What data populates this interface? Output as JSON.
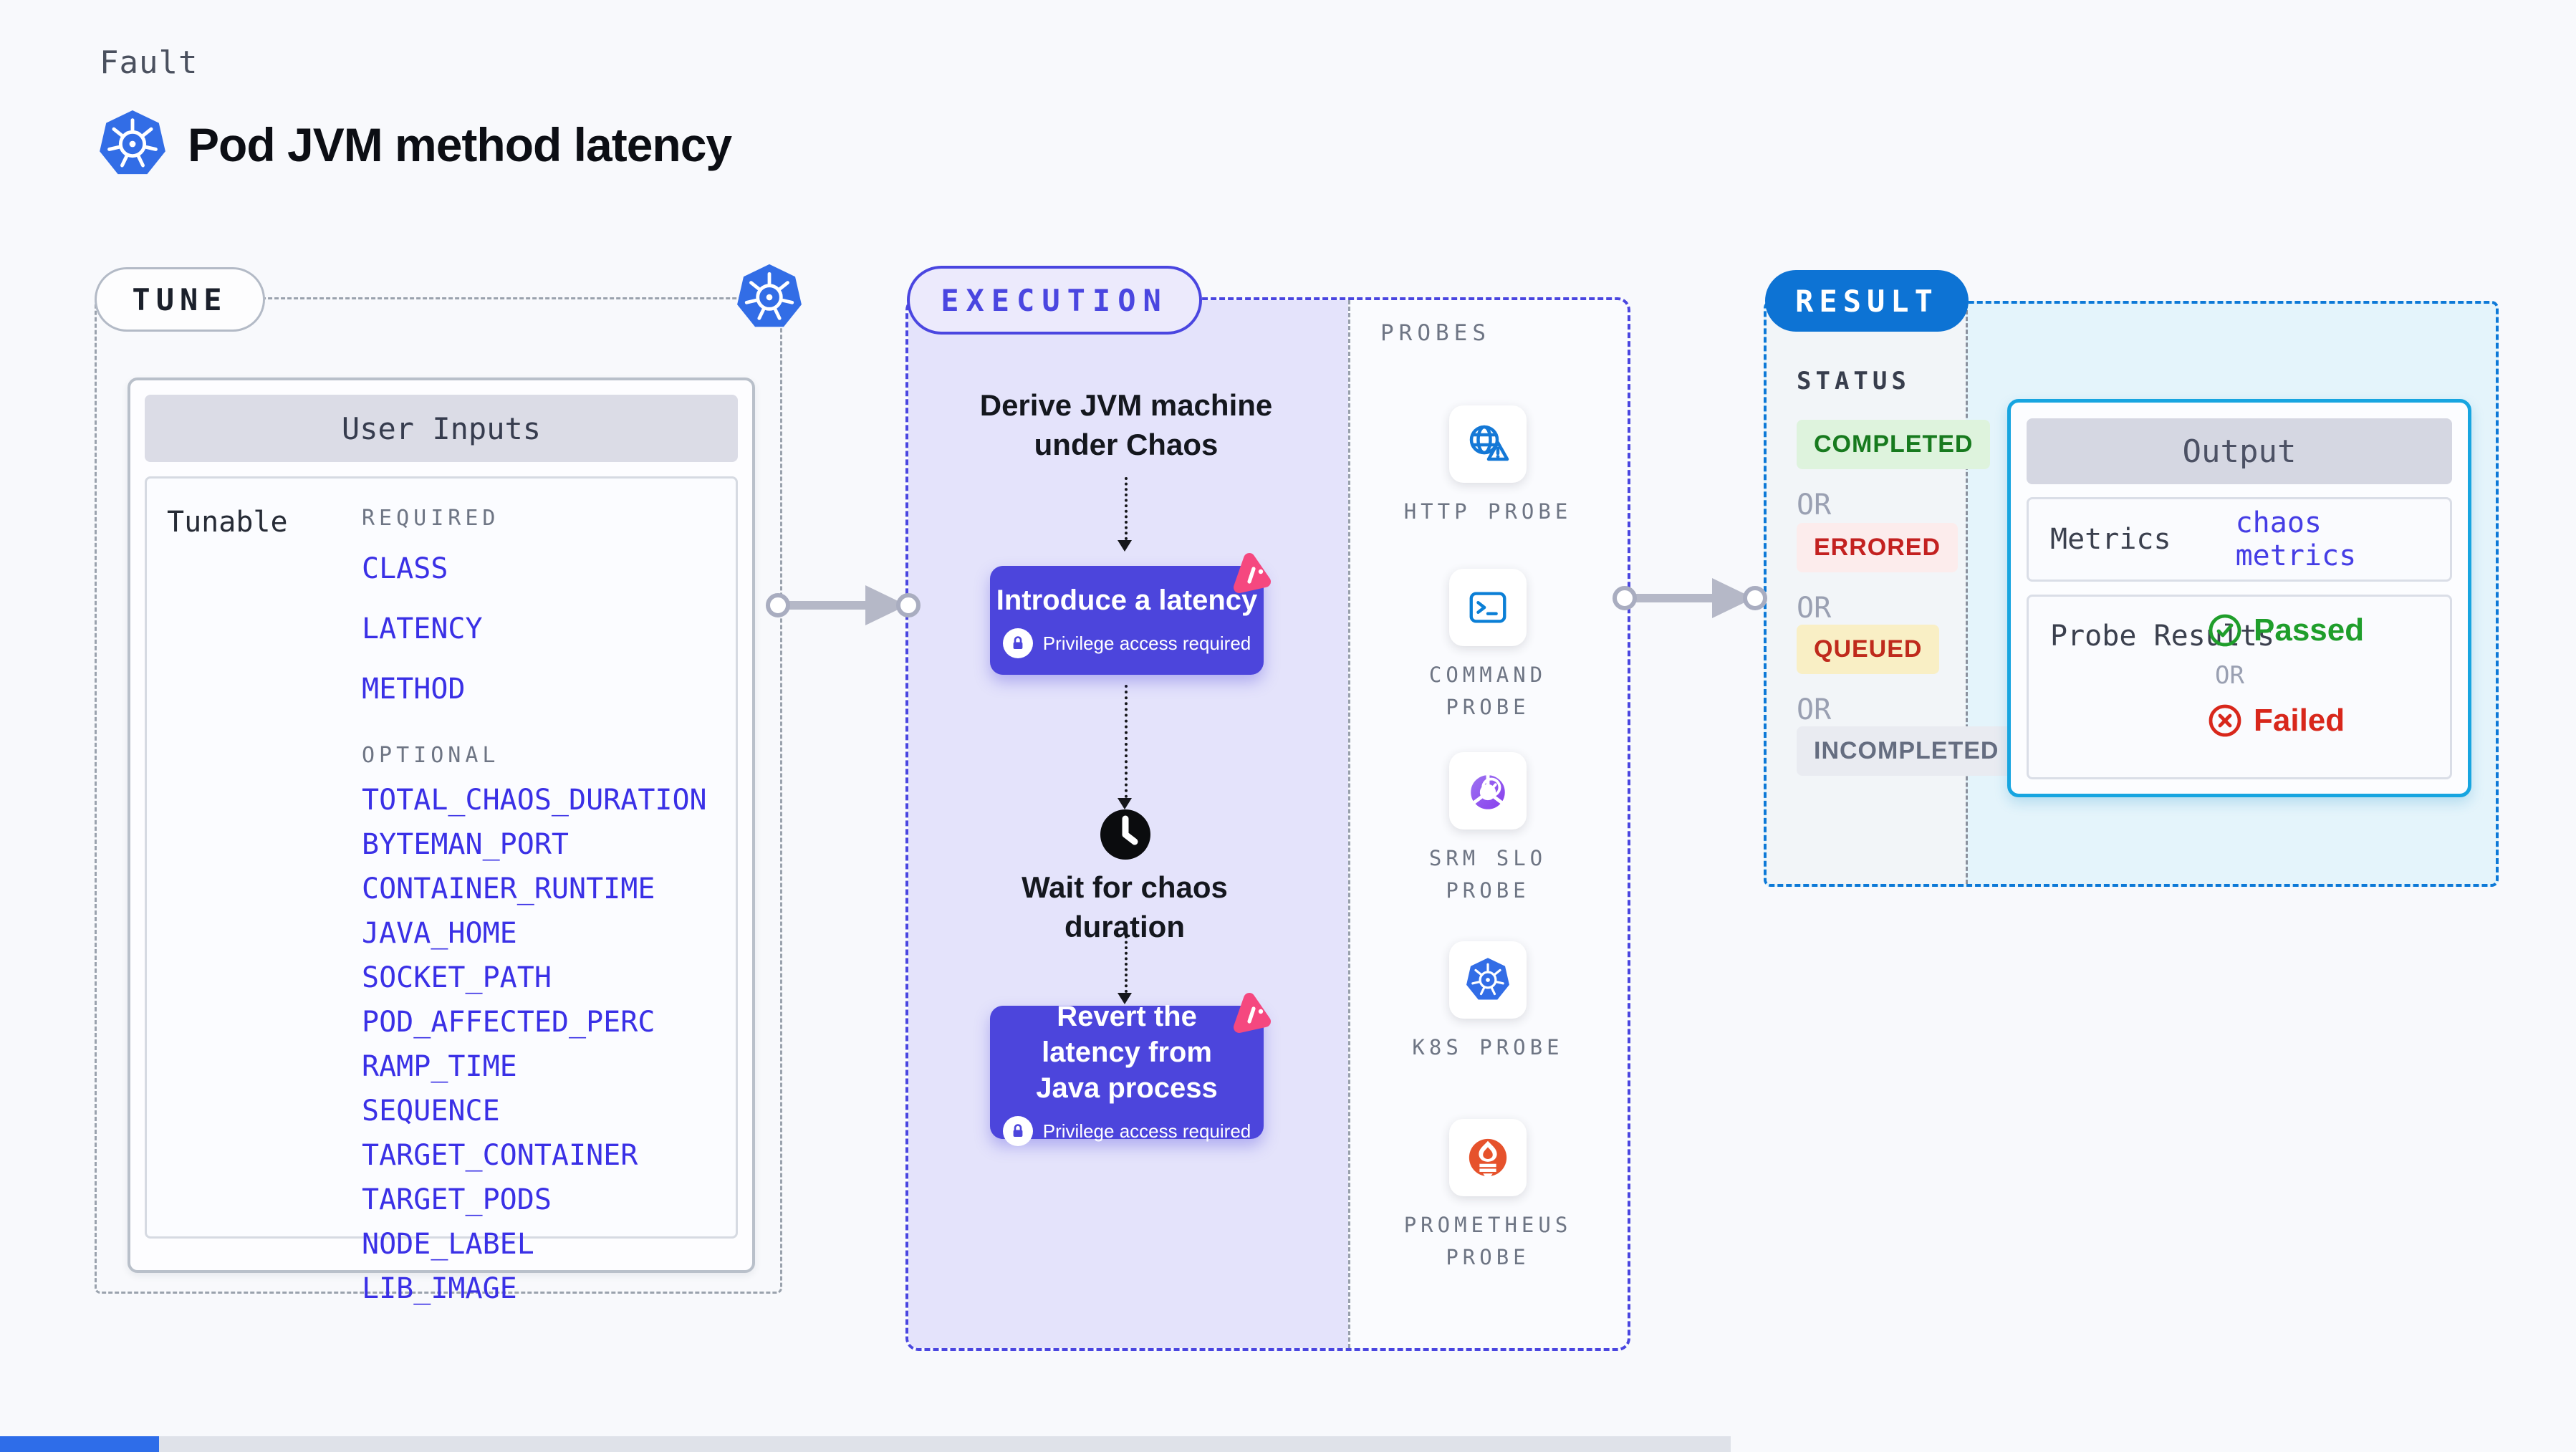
{
  "header": {
    "category": "Fault",
    "title": "Pod JVM method latency"
  },
  "tune": {
    "label": "TUNE",
    "card_title": "User Inputs",
    "row_label": "Tunable",
    "required_heading": "REQUIRED",
    "optional_heading": "OPTIONAL",
    "required_fields": [
      "CLASS",
      "LATENCY",
      "METHOD"
    ],
    "optional_fields": [
      "TOTAL_CHAOS_DURATION",
      "BYTEMAN_PORT",
      "CONTAINER_RUNTIME",
      "JAVA_HOME",
      "SOCKET_PATH",
      "POD_AFFECTED_PERC",
      "RAMP_TIME",
      "SEQUENCE",
      "TARGET_CONTAINER",
      "TARGET_PODS",
      "NODE_LABEL",
      "LIB_IMAGE"
    ]
  },
  "execution": {
    "label": "EXECUTION",
    "derive_step": "Derive JVM machine under Chaos",
    "introduce_step": "Introduce a latency",
    "wait_step": "Wait for chaos duration",
    "revert_step": "Revert the latency from Java process",
    "privilege_note": "Privilege access required"
  },
  "probes": {
    "label": "PROBES",
    "items": [
      {
        "name": "HTTP PROBE",
        "icon": "globe-alert-icon"
      },
      {
        "name": "COMMAND PROBE",
        "icon": "terminal-icon"
      },
      {
        "name": "SRM SLO PROBE",
        "icon": "slo-donut-check-icon"
      },
      {
        "name": "K8S PROBE",
        "icon": "kubernetes-icon"
      },
      {
        "name": "PROMETHEUS PROBE",
        "icon": "prometheus-flame-icon"
      }
    ]
  },
  "result": {
    "label": "RESULT",
    "status_heading": "STATUS",
    "or": "OR",
    "statuses": [
      {
        "label": "COMPLETED",
        "bg": "#def3dd",
        "fg": "#177a1e"
      },
      {
        "label": "ERRORED",
        "bg": "#fcecec",
        "fg": "#c32120"
      },
      {
        "label": "QUEUED",
        "bg": "#f9efc5",
        "fg": "#bf2a1c"
      },
      {
        "label": "INCOMPLETED",
        "bg": "#e9ebf1",
        "fg": "#656d80"
      }
    ],
    "output": {
      "title": "Output",
      "metrics_label": "Metrics",
      "metrics_value": "chaos metrics",
      "probe_results_label": "Probe Results",
      "passed_label": "Passed",
      "failed_label": "Failed"
    }
  },
  "colors": {
    "kubernetes_blue": "#326de6",
    "execution_indigo": "#4a46e0",
    "step_box_indigo": "#4c45dc",
    "lavender_fill": "#e4e3fb",
    "field_link_blue": "#3a30e6",
    "result_blue": "#0d73d4",
    "output_border_cyan": "#17a5e0",
    "passed_green": "#1f9e2b",
    "failed_red": "#d8271b",
    "chaos_pink": "#f5487f",
    "prometheus_orange": "#e6522c",
    "probe_icon_blue": "#1478d6"
  }
}
